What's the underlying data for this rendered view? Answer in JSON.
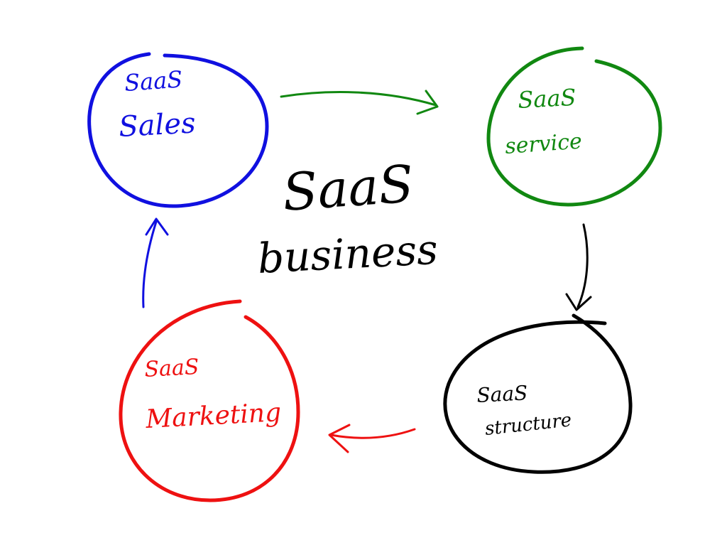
{
  "center": {
    "line1": "SaaS",
    "line2": "business"
  },
  "nodes": [
    {
      "id": "sales",
      "line1": "SaaS",
      "line2": "Sales",
      "color": "#1010e0"
    },
    {
      "id": "service",
      "line1": "SaaS",
      "line2": "service",
      "color": "#118811"
    },
    {
      "id": "structure",
      "line1": "SaaS",
      "line2": "structure",
      "color": "#000000"
    },
    {
      "id": "marketing",
      "line1": "SaaS",
      "line2": "Marketing",
      "color": "#ee1111"
    }
  ],
  "arrows": [
    {
      "from": "sales",
      "to": "service",
      "color": "#118811"
    },
    {
      "from": "service",
      "to": "structure",
      "color": "#000000"
    },
    {
      "from": "structure",
      "to": "marketing",
      "color": "#ee1111"
    },
    {
      "from": "marketing",
      "to": "sales",
      "color": "#1010e0"
    }
  ]
}
